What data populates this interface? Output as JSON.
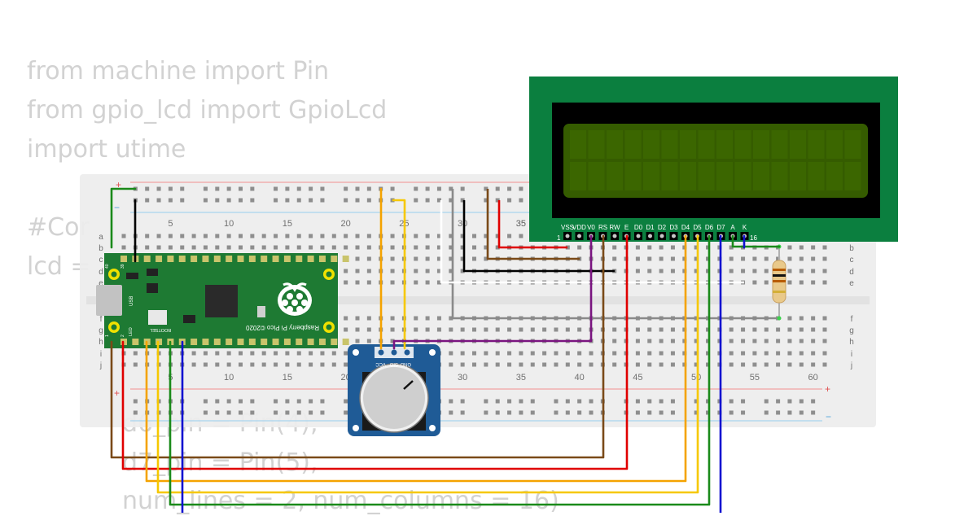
{
  "code": {
    "line1": "from machine import Pin",
    "line2": "from gpio_lcd import GpioLcd",
    "line3": "import utime",
    "line4": "#Cor",
    "line5": "lcd =",
    "line6": "d6_pin = Pin(4),",
    "line7": "d7_pin = Pin(5),",
    "line8": "num_lines = 2, num_columns = 16)"
  },
  "breadboard": {
    "row_letters_top": [
      "a",
      "b",
      "c",
      "d",
      "e"
    ],
    "row_letters_bottom": [
      "f",
      "g",
      "h",
      "i",
      "j"
    ],
    "column_numbers": [
      "5",
      "10",
      "15",
      "20",
      "25",
      "30",
      "35",
      "40",
      "45",
      "50",
      "55",
      "60"
    ],
    "column_label_top_partial": "35",
    "plus_sign": "+",
    "minus_sign": "−"
  },
  "pico": {
    "board_label": "Raspberry Pi Pico ©2020",
    "usb_label": "USB",
    "bootsel_label": "BOOTSEL",
    "led_label": "LED",
    "pin_label_top": "39",
    "pin_label_left_top": "40",
    "pin_label_left_bottom": "1",
    "pin_label_bottom": "2"
  },
  "lcd": {
    "pin_names": [
      "VSS",
      "VDD",
      "V0",
      "RS",
      "RW",
      "E",
      "D0",
      "D1",
      "D2",
      "D3",
      "D4",
      "D5",
      "D6",
      "D7",
      "A",
      "K"
    ],
    "pin_first": "1",
    "pin_last": "16",
    "colors": {
      "board": "#0b7f3f",
      "bezel": "#000000",
      "screen": "#355c00"
    }
  },
  "potentiometer": {
    "pin_labels": [
      "VCC",
      "SIG",
      "GND"
    ]
  },
  "wire_colors": {
    "green": "#1a8a1a",
    "black": "#000000",
    "red": "#e00000",
    "brown": "#7a4a18",
    "yellow": "#f6c800",
    "orange": "#f4a300",
    "blue": "#1010d0",
    "purple": "#7a1580",
    "white": "#ffffff",
    "gray": "#8a8a8a"
  }
}
